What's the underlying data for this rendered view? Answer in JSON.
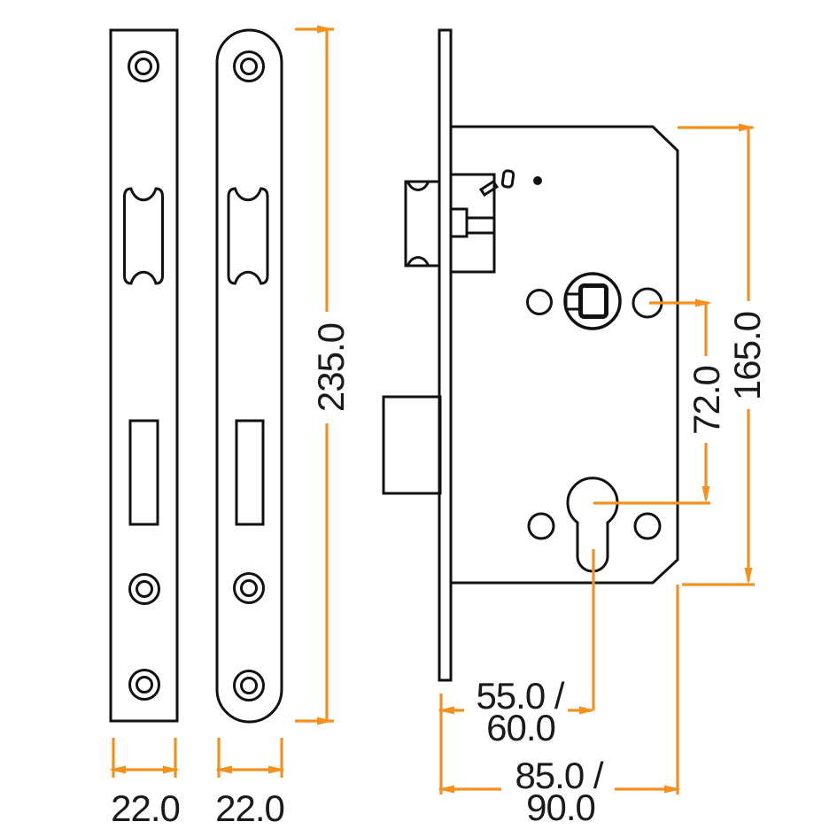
{
  "dimension_labels": {
    "faceplate_height": "235.0",
    "faceplate_square_width": "22.0",
    "faceplate_radius_width": "22.0",
    "handle_to_cylinder_centres": "72.0",
    "case_height": "165.0",
    "backset_line1": "55.0 /",
    "backset_line2": "60.0",
    "case_depth_line1": "85.0 /",
    "case_depth_line2": "90.0"
  },
  "colors": {
    "outline": "#111111",
    "dimension_line": "#F4911E",
    "label_text": "#1A1A1A",
    "background": "#FFFFFF"
  }
}
